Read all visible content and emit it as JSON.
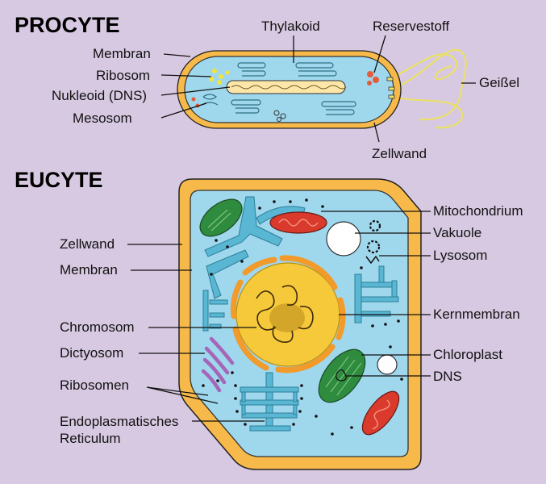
{
  "colors": {
    "background": "#d8c9e2",
    "cytoplasm": "#9fd7ec",
    "cell_wall": "#f7ba4a",
    "cell_wall_light": "#fde6a8",
    "nucleus": "#f6c93b",
    "er": "#59b7d3",
    "chloroplast": "#2f8b3e",
    "mitochondrion": "#d93a2b",
    "dictyosome": "#a566b8"
  },
  "procyte": {
    "title": "PROCYTE",
    "labels": {
      "thylakoid": "Thylakoid",
      "reservestoff": "Reservestoff",
      "membran": "Membran",
      "ribosom": "Ribosom",
      "nukleoid": "Nukleoid (DNS)",
      "mesosom": "Mesosom",
      "geissel": "Geißel",
      "zellwand": "Zellwand"
    }
  },
  "eucyte": {
    "title": "EUCYTE",
    "labels": {
      "zellwand": "Zellwand",
      "membran": "Membran",
      "chromosom": "Chromosom",
      "dictyosom": "Dictyosom",
      "ribosomen": "Ribosomen",
      "er_line1": "Endoplasmatisches",
      "er_line2": "Reticulum",
      "mitochondrium": "Mitochondrium",
      "vakuole": "Vakuole",
      "lysosom": "Lysosom",
      "kernmembran": "Kernmembran",
      "chloroplast": "Chloroplast",
      "dns": "DNS"
    }
  }
}
